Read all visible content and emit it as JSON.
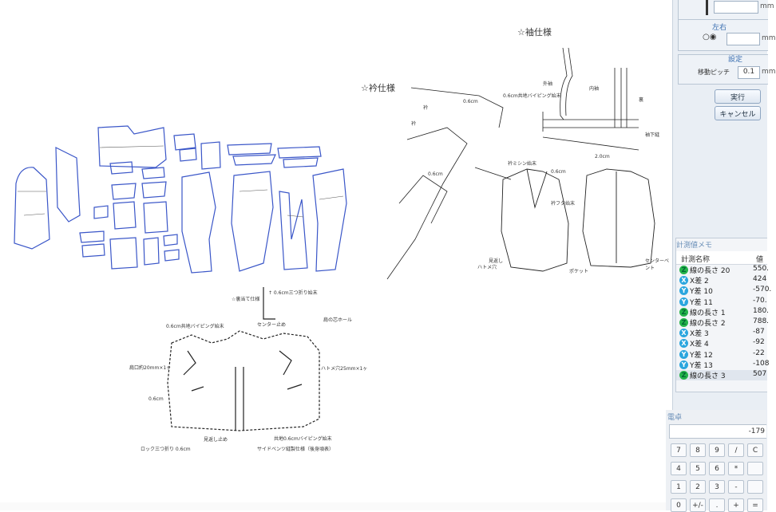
{
  "drawing": {
    "sleeve_spec_title": "☆袖仕様",
    "collar_spec_title": "☆衿仕様",
    "labels": {
      "hem_note": "↑ 0.6cm三つ折り始末",
      "facing_note": "☆裏当て仕様",
      "piping_note": "0.6cm共地バイピング始末",
      "seam_label": "センター止め",
      "armhole_label": "肩の芯ホール",
      "pocket_note": "肩口約20mm×1ヶ",
      "button_note": "ハトメ穴25mm×1ヶ",
      "stitch_1": "0.6cm",
      "lock_note": "ロック三つ折り 0.6cm",
      "stop_note": "見返し止め",
      "bind_note": "共地0.6cmバイピング始末",
      "side_vent_note": "サイドベンツ縫製仕様（後身頃表）",
      "collar_stitch": "0.6cm",
      "collar_label": "衿",
      "collar_label2": "衿",
      "outer_label": "外袖",
      "inner_label": "内袖",
      "lining_label": "裏",
      "cuff_note": "0.6cm共地バイピング始末",
      "vent_label": "袖下縫",
      "seam_allow": "2.0cm",
      "jacket_note1": "衿ミシン始末",
      "jacket_note2": "0.6cm",
      "jacket_note3": "衿フタ始末",
      "jacket_note4": "ハトメ穴",
      "stitch_2": "0.6cm",
      "jacket_note5": "ポケット",
      "jacket_note6": "見返し",
      "back_note": "センターベント"
    }
  },
  "panel": {
    "updown_unit": "mm",
    "leftright_label": "左右",
    "leftright_unit": "mm",
    "settings_label": "設定",
    "pitch_label": "移動ピッチ",
    "pitch_value": "0.1",
    "pitch_unit": "mm",
    "execute_label": "実行",
    "cancel_label": "キャンセル"
  },
  "measurement": {
    "title": "計測値メモ",
    "col_name": "計測名称",
    "col_value": "値",
    "rows": [
      {
        "icon": "Z",
        "kind": "z",
        "name": "線の長さ 20",
        "value": "550."
      },
      {
        "icon": "X",
        "kind": "x",
        "name": "X差 2",
        "value": "424"
      },
      {
        "icon": "Y",
        "kind": "y",
        "name": "Y差 10",
        "value": "-570."
      },
      {
        "icon": "Y",
        "kind": "y",
        "name": "Y差 11",
        "value": "-70."
      },
      {
        "icon": "Z",
        "kind": "z",
        "name": "線の長さ 1",
        "value": "180."
      },
      {
        "icon": "Z",
        "kind": "z",
        "name": "線の長さ 2",
        "value": "788."
      },
      {
        "icon": "X",
        "kind": "x",
        "name": "X差 3",
        "value": "-87"
      },
      {
        "icon": "X",
        "kind": "x",
        "name": "X差 4",
        "value": "-92"
      },
      {
        "icon": "Y",
        "kind": "y",
        "name": "Y差 12",
        "value": "-22"
      },
      {
        "icon": "Y",
        "kind": "y",
        "name": "Y差 13",
        "value": "-108"
      },
      {
        "icon": "Z",
        "kind": "z",
        "name": "線の長さ 3",
        "value": "507"
      }
    ]
  },
  "calculator": {
    "title": "電卓",
    "display": "-179",
    "keys": [
      [
        "7",
        "8",
        "9",
        "/",
        "C"
      ],
      [
        "4",
        "5",
        "6",
        "*",
        ""
      ],
      [
        "1",
        "2",
        "3",
        "-",
        ""
      ],
      [
        "0",
        "+/-",
        ".",
        "+",
        "="
      ]
    ]
  }
}
